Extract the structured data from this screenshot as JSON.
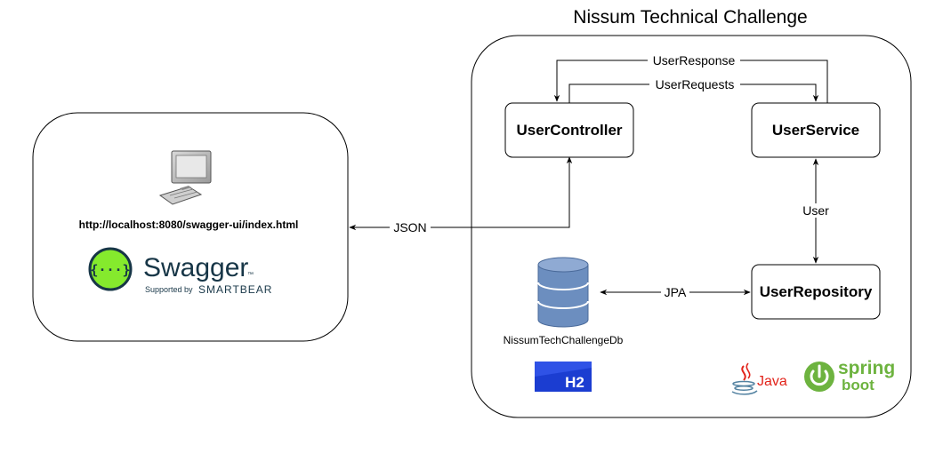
{
  "diagram": {
    "title": "Nissum Technical Challenge",
    "client": {
      "url": "http://localhost:8080/swagger-ui/index.html",
      "swagger": {
        "name": "Swagger",
        "tm": "™",
        "supported_by": "Supported by",
        "company": "SMARTBEAR",
        "glyph": "{···}"
      }
    },
    "nodes": {
      "controller": "UserController",
      "service": "UserService",
      "repository": "UserRepository",
      "database": "NissumTechChallengeDb"
    },
    "edges": {
      "response": "UserResponse",
      "requests": "UserRequests",
      "user": "User",
      "jpa": "JPA",
      "json": "JSON"
    },
    "logos": {
      "h2": "H2",
      "java": "Java",
      "spring_top": "spring",
      "spring_bottom": "boot"
    },
    "colors": {
      "swagger_green": "#85EA2D",
      "swagger_dark": "#173647",
      "db_blue": "#6C8EBF",
      "h2_blue": "#1B3DD1",
      "java_red": "#E2231A",
      "java_blue": "#5382A1",
      "spring_green": "#6DB33F"
    },
    "icons": [
      "computer-icon",
      "database-icon",
      "swagger-logo-icon",
      "h2-logo-icon",
      "java-logo-icon",
      "spring-boot-logo-icon"
    ]
  }
}
